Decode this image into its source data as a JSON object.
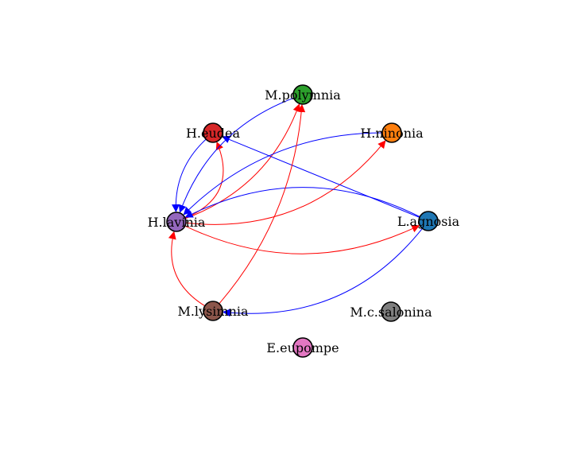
{
  "nodes": [
    {
      "id": "M.polymnia",
      "label": "M.polymnia",
      "color": "#2ca02c"
    },
    {
      "id": "H.eudea",
      "label": "H.eudea",
      "color": "#d62728"
    },
    {
      "id": "H.ninonia",
      "label": "H.ninonia",
      "color": "#ff7f0e"
    },
    {
      "id": "H.lavinia",
      "label": "H.lavinia",
      "color": "#9467bd"
    },
    {
      "id": "L.agnosia",
      "label": "L.agnosia",
      "color": "#1f77b4"
    },
    {
      "id": "M.lysimnia",
      "label": "M.lysimnia",
      "color": "#8c564b"
    },
    {
      "id": "M.c.salonina",
      "label": "M.c.salonina",
      "color": "#7f7f7f"
    },
    {
      "id": "E.eupompe",
      "label": "E.eupompe",
      "color": "#e377c2"
    }
  ],
  "edges": [
    {
      "from": "H.lavinia",
      "to": "H.eudea",
      "color": "red"
    },
    {
      "from": "H.eudea",
      "to": "H.lavinia",
      "color": "blue"
    },
    {
      "from": "H.lavinia",
      "to": "M.polymnia",
      "color": "red"
    },
    {
      "from": "M.polymnia",
      "to": "H.lavinia",
      "color": "blue"
    },
    {
      "from": "H.lavinia",
      "to": "H.ninonia",
      "color": "red"
    },
    {
      "from": "H.ninonia",
      "to": "H.lavinia",
      "color": "blue"
    },
    {
      "from": "H.lavinia",
      "to": "L.agnosia",
      "color": "red"
    },
    {
      "from": "L.agnosia",
      "to": "H.lavinia",
      "color": "blue"
    },
    {
      "from": "L.agnosia",
      "to": "H.eudea",
      "color": "blue"
    },
    {
      "from": "M.lysimnia",
      "to": "H.lavinia",
      "color": "red"
    },
    {
      "from": "M.lysimnia",
      "to": "M.polymnia",
      "color": "red"
    },
    {
      "from": "L.agnosia",
      "to": "M.lysimnia",
      "color": "blue"
    }
  ]
}
